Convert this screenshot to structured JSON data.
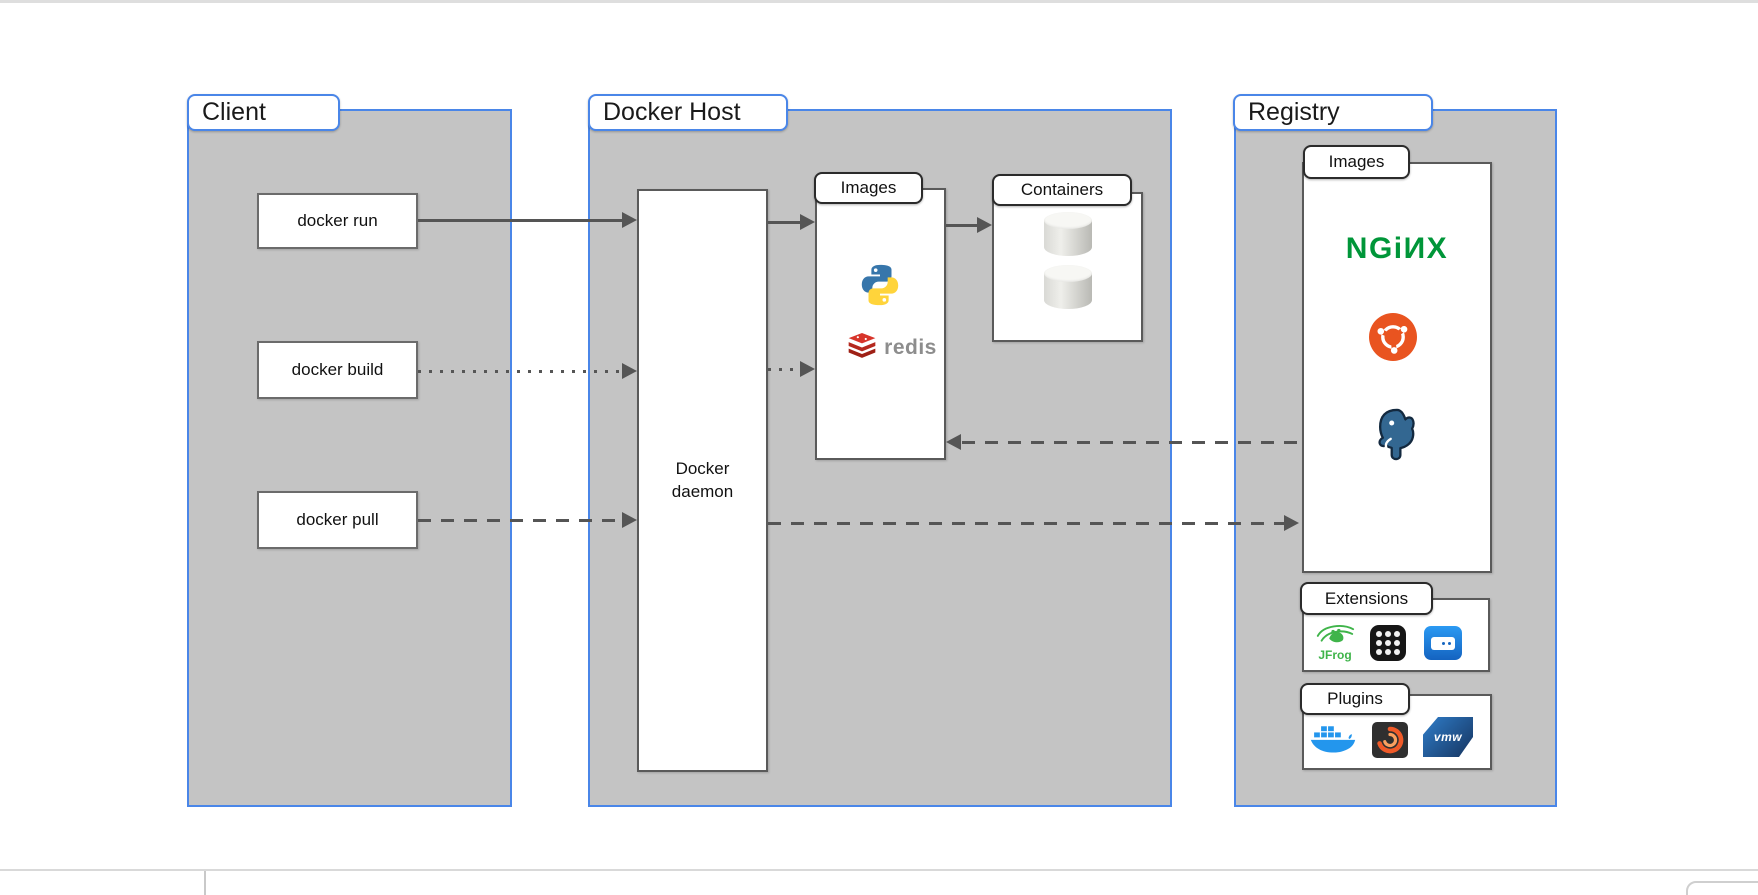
{
  "colors": {
    "section_fill": "#c4c4c4",
    "section_border": "#4a86e8",
    "arrow": "#555555",
    "nginx_green": "#009639",
    "ubuntu_orange": "#e95420",
    "postgres_blue": "#336791",
    "python_blue": "#3776ab",
    "python_yellow": "#ffd43b",
    "redis_red": "#d7342a",
    "docker_blue": "#2396ed",
    "grafana_orange": "#f05a28",
    "jfrog_green": "#3fb44a"
  },
  "client": {
    "title": "Client",
    "commands": [
      {
        "label": "docker run"
      },
      {
        "label": "docker build"
      },
      {
        "label": "docker pull"
      }
    ]
  },
  "docker_host": {
    "title": "Docker Host",
    "daemon_label": "Docker daemon",
    "images_label": "Images",
    "containers_label": "Containers",
    "redis_text": "redis"
  },
  "registry": {
    "title": "Registry",
    "images_label": "Images",
    "extensions_label": "Extensions",
    "plugins_label": "Plugins",
    "nginx_text": "NGiИX",
    "jfrog_text": "JFrog",
    "vmware_text": "vmw"
  }
}
